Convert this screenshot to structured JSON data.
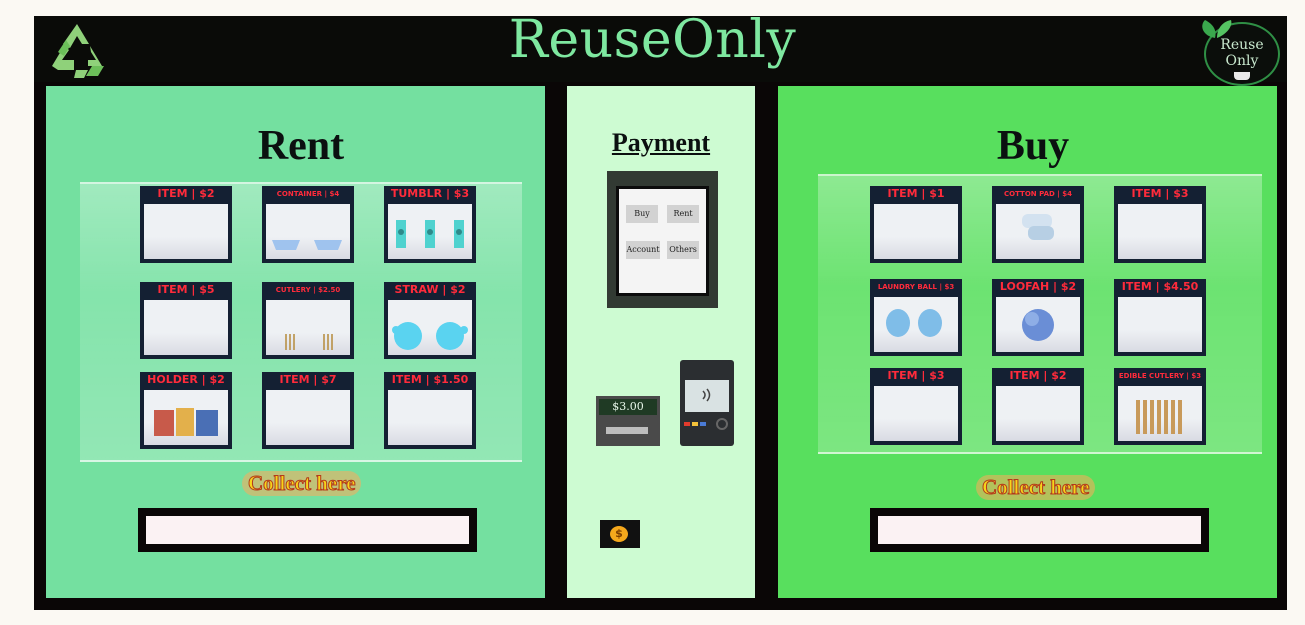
{
  "app": {
    "title": "ReuseOnly",
    "logo_text_line1": "Reuse",
    "logo_text_line2": "Only"
  },
  "rent": {
    "title": "Rent",
    "collect_label": "Collect here",
    "slots": [
      {
        "label": "ITEM | $2",
        "contents": ""
      },
      {
        "label": "CONTAINER | $4",
        "contents": "container-icons"
      },
      {
        "label": "TUMBLR | $3",
        "contents": "tumbler-icons"
      },
      {
        "label": "ITEM | $5",
        "contents": ""
      },
      {
        "label": "CUTLERY | $2.50",
        "contents": "cutlery-icons"
      },
      {
        "label": "STRAW | $2",
        "contents": "straw-icons"
      },
      {
        "label": "HOLDER | $2",
        "contents": "holder-icons"
      },
      {
        "label": "ITEM | $7",
        "contents": ""
      },
      {
        "label": "ITEM | $1.50",
        "contents": ""
      }
    ]
  },
  "payment": {
    "title": "Payment",
    "screen_buttons": [
      "Buy",
      "Rent",
      "Account",
      "Others"
    ],
    "cash_display": "$3.00",
    "coin_symbol": "$"
  },
  "buy": {
    "title": "Buy",
    "collect_label": "Collect here",
    "slots": [
      {
        "label": "ITEM | $1",
        "contents": ""
      },
      {
        "label": "COTTON PAD | $4",
        "contents": "cotton-pad-icon"
      },
      {
        "label": "ITEM | $3",
        "contents": ""
      },
      {
        "label": "LAUNDRY BALL | $3",
        "contents": "laundry-ball-icons"
      },
      {
        "label": "LOOFAH | $2",
        "contents": "loofah-icon"
      },
      {
        "label": "ITEM | $4.50",
        "contents": ""
      },
      {
        "label": "ITEM | $3",
        "contents": ""
      },
      {
        "label": "ITEM | $2",
        "contents": ""
      },
      {
        "label": "EDIBLE CUTLERY | $3",
        "contents": "edible-cutlery-icon"
      }
    ]
  },
  "colors": {
    "rent_panel": "#74e0a0",
    "payment_panel": "#cdfbd2",
    "buy_panel": "#58df5e",
    "title_text": "#7ee8a0",
    "slot_label": "#ff2b3b",
    "machine_frame": "#0a0606"
  }
}
